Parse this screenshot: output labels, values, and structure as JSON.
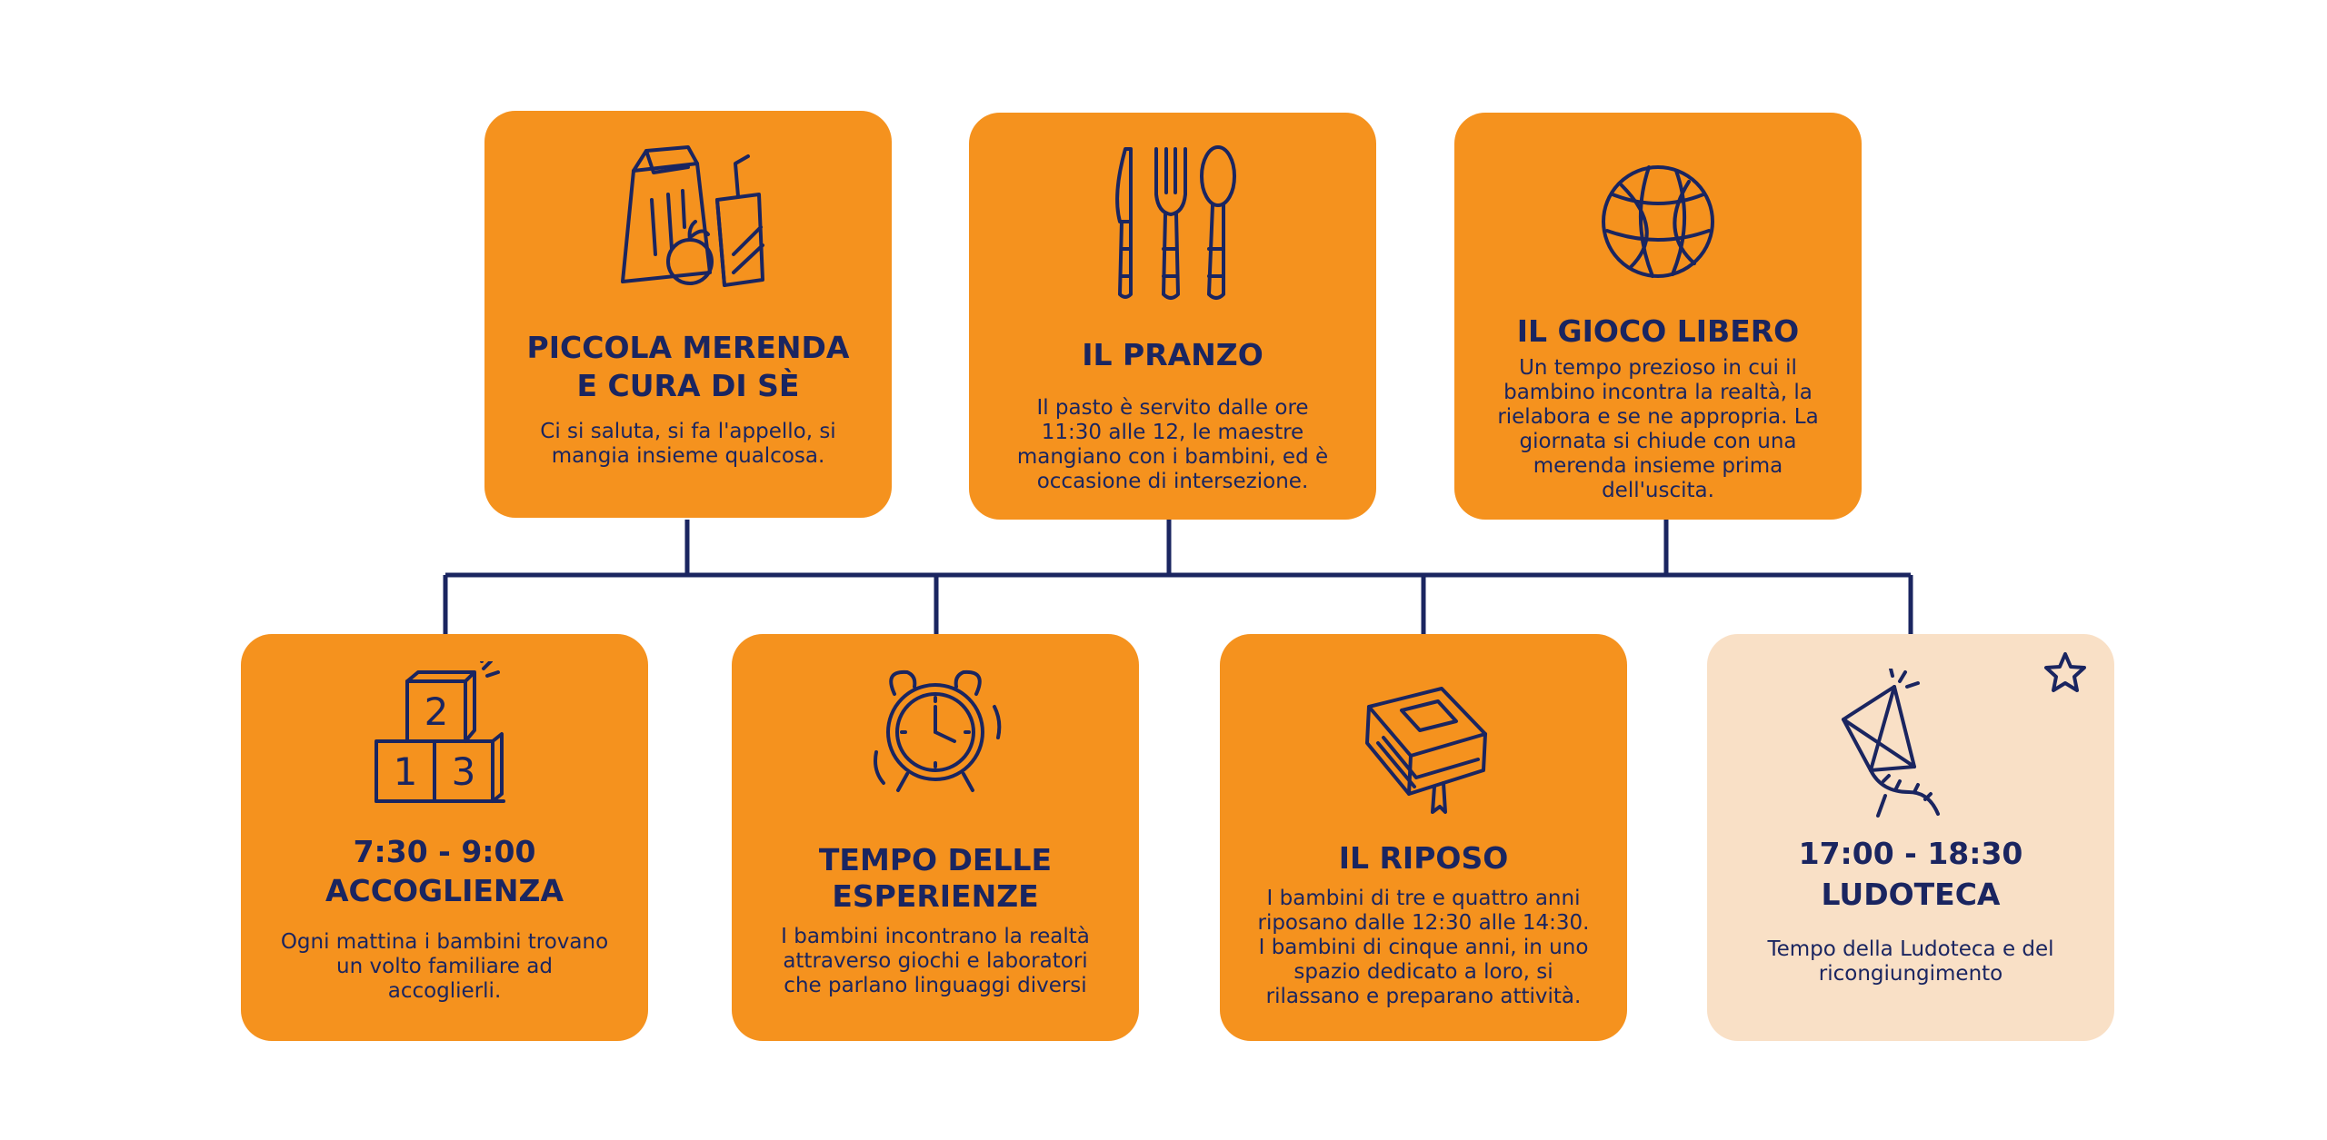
{
  "top_row": [
    {
      "title_line1": "PICCOLA MERENDA",
      "title_line2": "E CURA DI SÈ",
      "icon": "lunch-bag-icon",
      "description": "Ci si saluta, si fa l'appello, si mangia insieme qualcosa."
    },
    {
      "title": "IL PRANZO",
      "icon": "cutlery-icon",
      "description": "Il pasto è servito dalle ore 11:30 alle 12, le maestre mangiano con i bambini, ed è occasione di intersezione."
    },
    {
      "title": "IL GIOCO LIBERO",
      "icon": "ball-icon",
      "description": "Un tempo prezioso in cui il bambino incontra la realtà, la rielabora e se ne appropria. La giornata si chiude con una merenda insieme prima dell'uscita."
    }
  ],
  "bottom_row": [
    {
      "time": "7:30 - 9:00",
      "title": "ACCOGLIENZA",
      "icon": "number-blocks-icon",
      "block_numbers": [
        "2",
        "1",
        "3"
      ],
      "description": "Ogni mattina i bambini trovano un volto familiare ad accoglierli."
    },
    {
      "title_line1": "TEMPO DELLE",
      "title_line2": "ESPERIENZE",
      "icon": "alarm-clock-icon",
      "description": "I bambini incontrano la realtà attraverso giochi e laboratori che parlano linguaggi diversi"
    },
    {
      "title": "IL RIPOSO",
      "icon": "book-icon",
      "description": "I bambini di tre e quattro anni riposano dalle 12:30 alle 14:30. I bambini di cinque anni, in uno spazio dedicato a loro, si rilassano e preparano attività."
    },
    {
      "time": "17:00 - 18:30",
      "title": "LUDOTECA",
      "icon": "kite-icon",
      "badge_icon": "star-icon",
      "description": "Tempo della Ludoteca e del ricongiungimento"
    }
  ],
  "colors": {
    "card_orange": "#f5921e",
    "card_light": "#f9e0c6",
    "navy": "#1a2560"
  }
}
